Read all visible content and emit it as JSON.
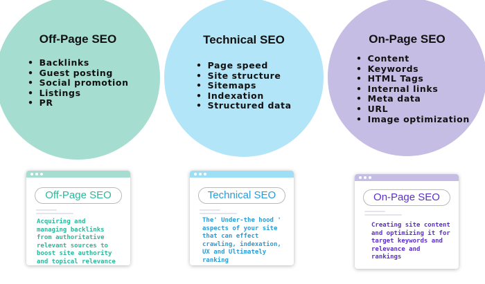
{
  "circles": [
    {
      "title": "Off-Page SEO",
      "items": [
        "Backlinks",
        "Guest posting",
        "Social promotion",
        "Listings",
        "PR"
      ]
    },
    {
      "title": "Technical SEO",
      "items": [
        "Page speed",
        "Site structure",
        "Sitemaps",
        "Indexation",
        "Structured data"
      ]
    },
    {
      "title": "On-Page SEO",
      "items": [
        "Content",
        "Keywords",
        "HTML Tags",
        "Internal links",
        "Meta data",
        "URL",
        "Image optimization"
      ]
    }
  ],
  "cards": [
    {
      "title": "Off-Page SEO",
      "description": "Acquiring and\nmanaging backlinks\nfrom authoritative\nrelevant sources to\nboost site authority\nand topical relevance"
    },
    {
      "title": "Technical SEO",
      "description": "The' Under-the hood '\naspects of your site\nthat can effect\ncrawling, indexation,\nUX and Ultimately\nranking"
    },
    {
      "title": "On-Page SEO",
      "description": "Creating site content\nand optimizing it for\ntarget keywords and\nrelevance and\nrankings"
    }
  ],
  "colors": {
    "offpage_circle": "#a5ddd0",
    "technical_circle": "#b2e5f7",
    "onpage_circle": "#c6bde4",
    "offpage_accent": "#2bb79a",
    "technical_accent": "#2c9bd3",
    "onpage_accent": "#5b2fc7"
  }
}
